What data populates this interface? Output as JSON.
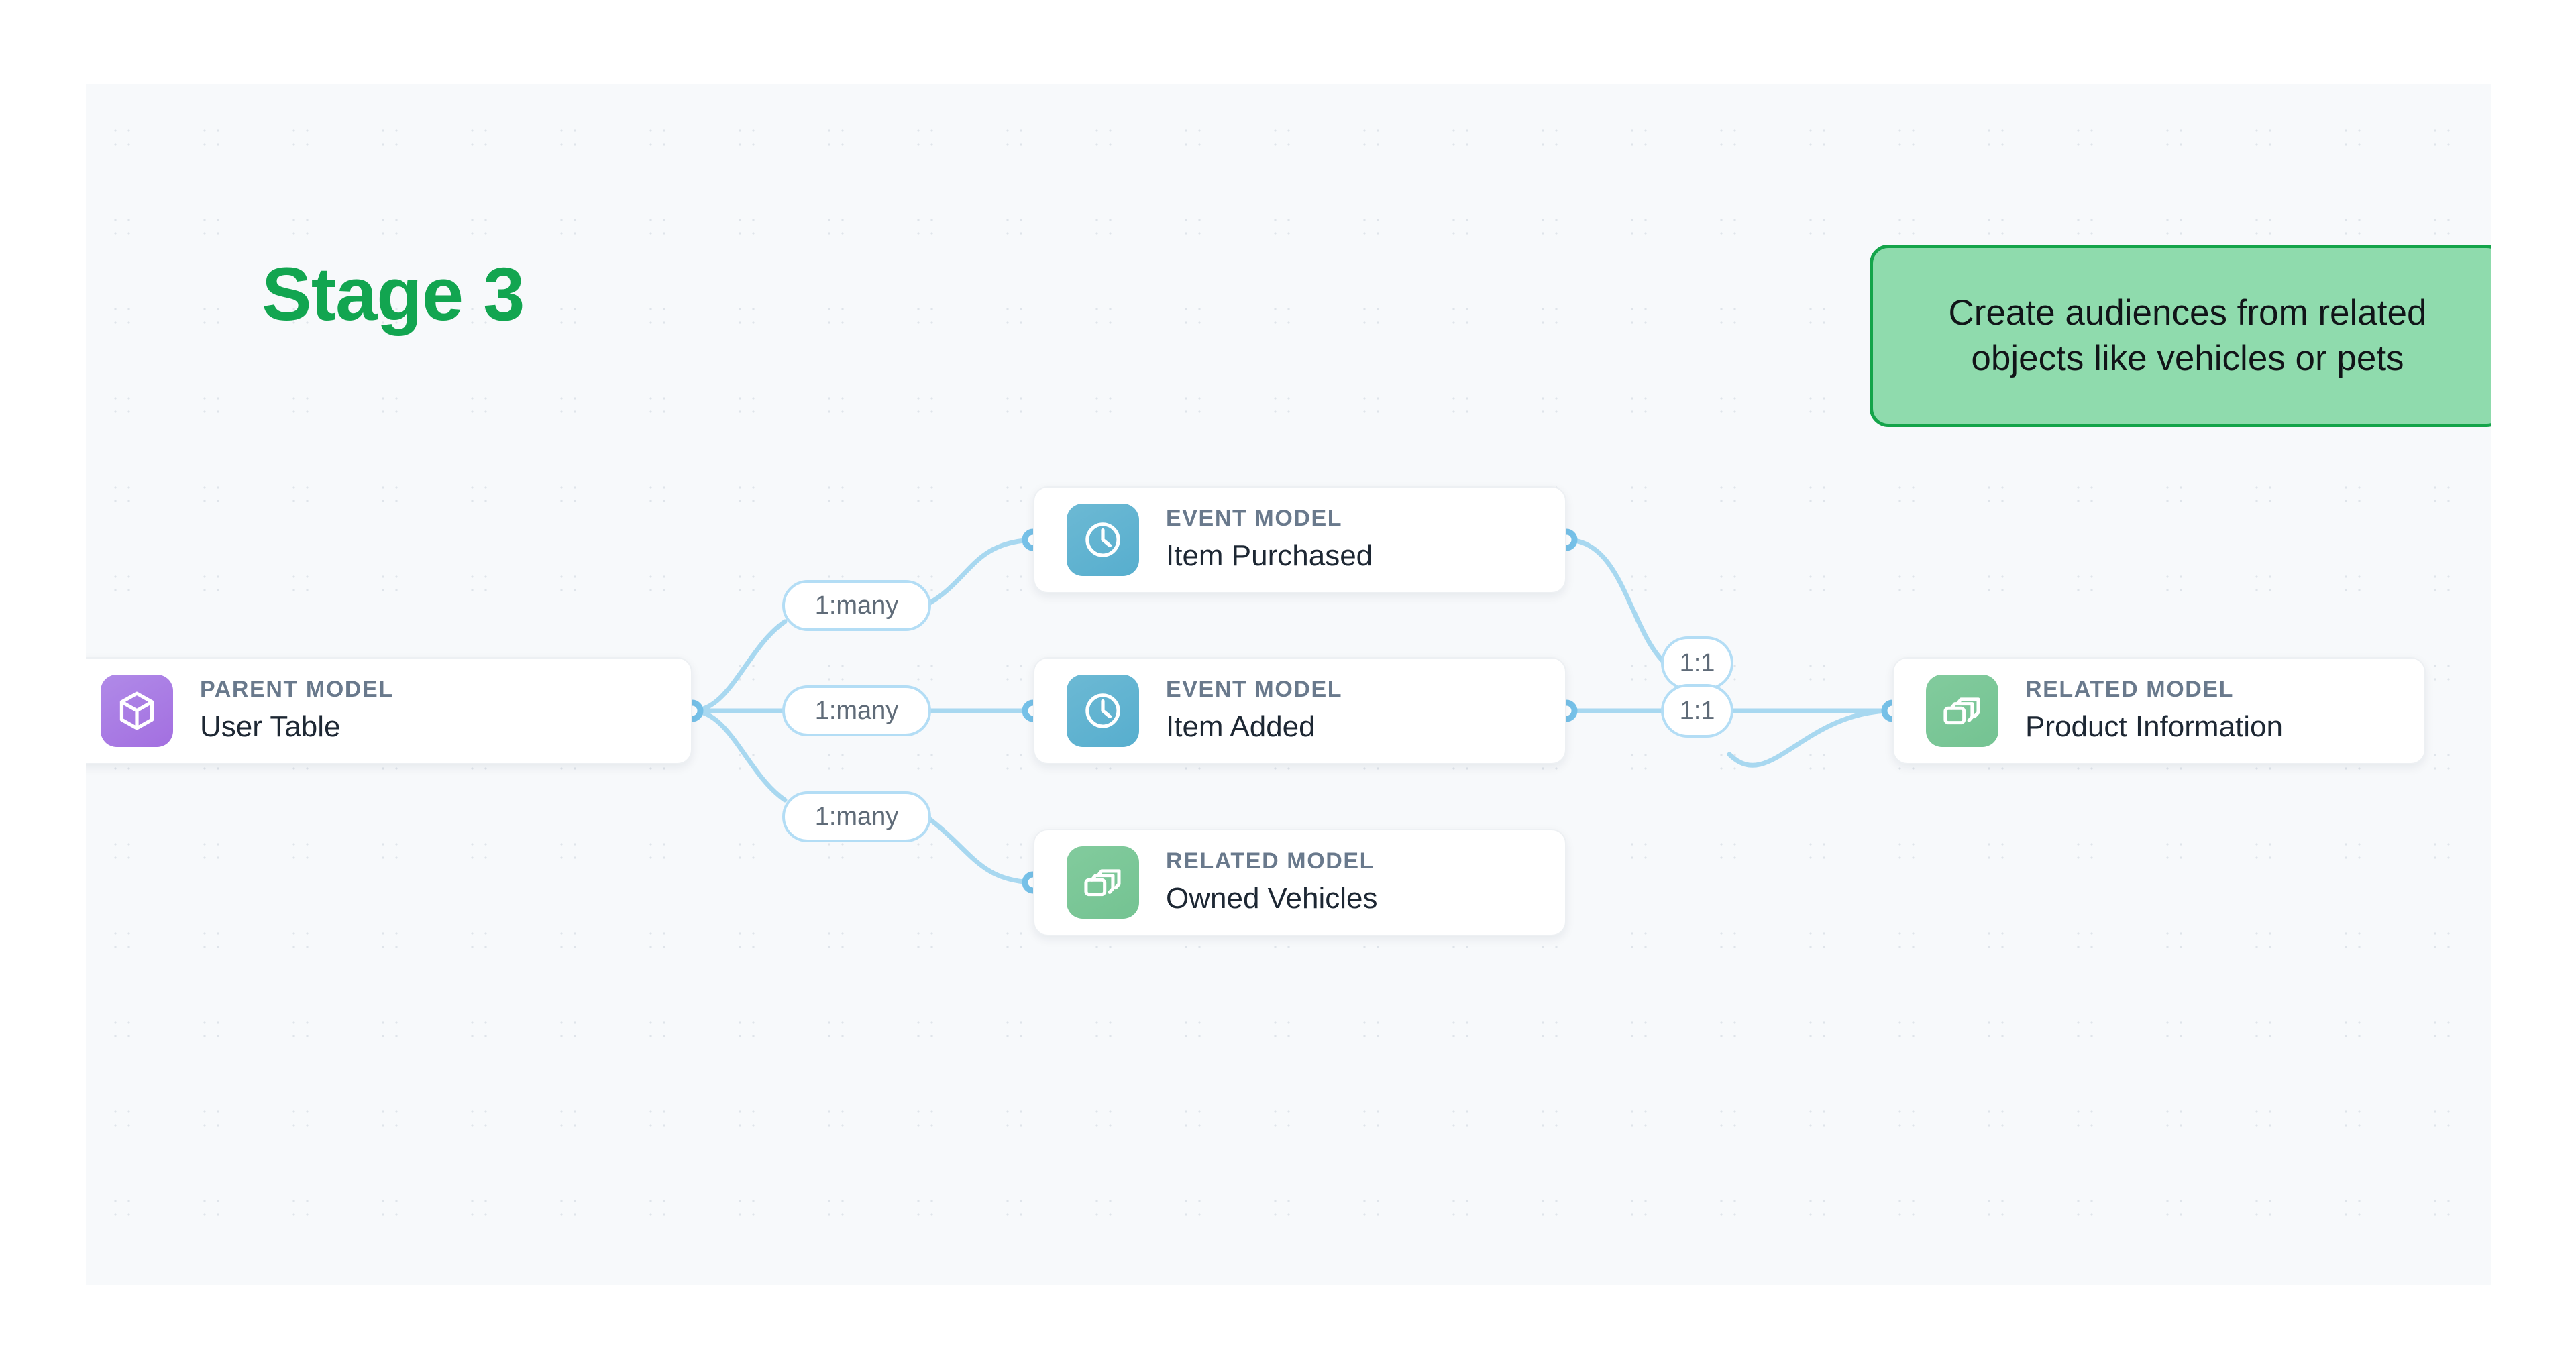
{
  "page": {
    "stage_title": "Stage 3",
    "callout": "Create audiences from related objects like vehicles or pets",
    "colors": {
      "stage_title": "#12a550",
      "callout_fill": "#8fdbad",
      "callout_border": "#14a44a",
      "canvas_bg": "#f7f9fb",
      "edge": "#a8d8f0",
      "parent_icon": "#a97fe3",
      "event_icon": "#59afd0",
      "related_icon": "#76c494",
      "kind_label": "#69798c",
      "name_label": "#1d2733"
    }
  },
  "nodes": [
    {
      "id": "user-table",
      "kind": "PARENT MODEL",
      "name": "User Table",
      "icon": "cube-icon",
      "icon_style": "parent"
    },
    {
      "id": "item-purchased",
      "kind": "EVENT MODEL",
      "name": "Item Purchased",
      "icon": "clock-icon",
      "icon_style": "event"
    },
    {
      "id": "item-added",
      "kind": "EVENT MODEL",
      "name": "Item Added",
      "icon": "clock-icon",
      "icon_style": "event"
    },
    {
      "id": "owned-vehicles",
      "kind": "RELATED MODEL",
      "name": "Owned Vehicles",
      "icon": "layers-icon",
      "icon_style": "related"
    },
    {
      "id": "product-information",
      "kind": "RELATED MODEL",
      "name": "Product Information",
      "icon": "layers-icon",
      "icon_style": "related"
    }
  ],
  "relationships": [
    {
      "id": "r1",
      "label": "1:many",
      "from": "user-table",
      "to": "item-purchased"
    },
    {
      "id": "r2",
      "label": "1:many",
      "from": "user-table",
      "to": "item-added"
    },
    {
      "id": "r3",
      "label": "1:many",
      "from": "user-table",
      "to": "owned-vehicles"
    },
    {
      "id": "r4",
      "label": "1:1",
      "from": "item-purchased",
      "to": "product-information"
    },
    {
      "id": "r5",
      "label": "1:1",
      "from": "item-added",
      "to": "product-information"
    }
  ]
}
